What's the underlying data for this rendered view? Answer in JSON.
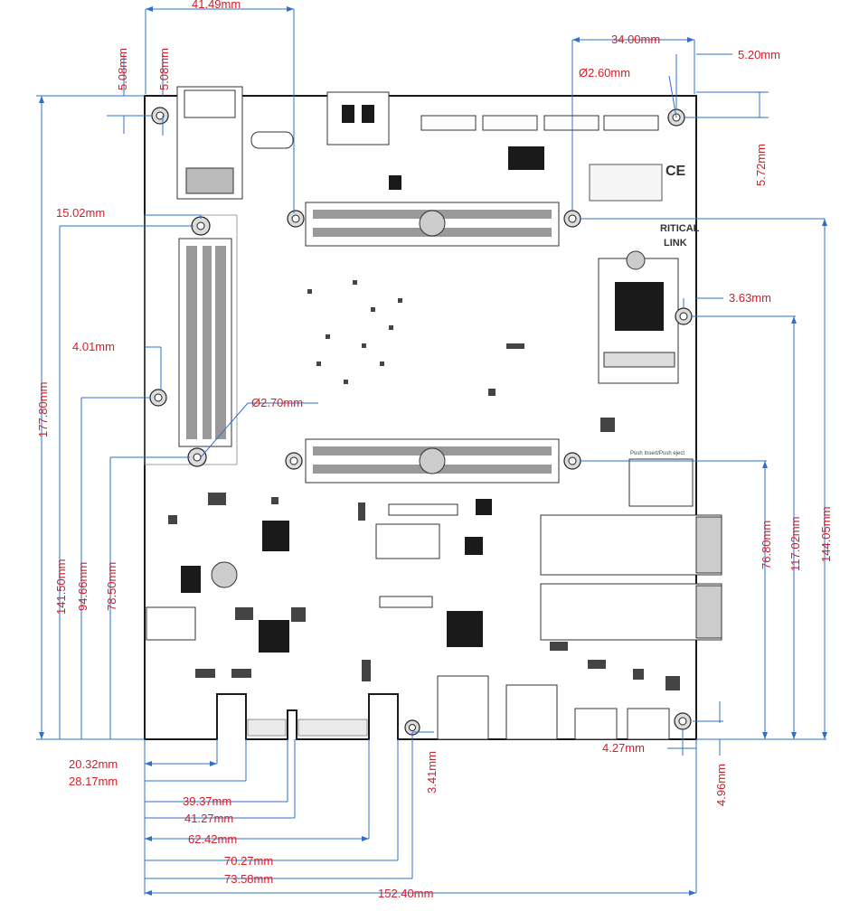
{
  "dimensions": {
    "d_41_49": "41.49mm",
    "d_5_08_a": "5.08mm",
    "d_5_08_b": "5.08mm",
    "d_34_00": "34.00mm",
    "d_5_20": "5.20mm",
    "d_dia_2_60": "Ø2.60mm",
    "d_5_72": "5.72mm",
    "d_15_02": "15.02mm",
    "d_3_63": "3.63mm",
    "d_4_01": "4.01mm",
    "d_dia_2_70": "Ø2.70mm",
    "d_177_80": "177.80mm",
    "d_141_50": "141.50mm",
    "d_94_66": "94.66mm",
    "d_78_50": "78.50mm",
    "d_76_80": "76.80mm",
    "d_117_02": "117.02mm",
    "d_144_05": "144.05mm",
    "d_4_27": "4.27mm",
    "d_4_96": "4.96mm",
    "d_3_41": "3.41mm",
    "d_20_32": "20.32mm",
    "d_28_17": "28.17mm",
    "d_39_37": "39.37mm",
    "d_41_27": "41.27mm",
    "d_62_42": "62.42mm",
    "d_70_27": "70.27mm",
    "d_73_58": "73.58mm",
    "d_152_40": "152.40mm"
  },
  "board": {
    "logo_line1": "RITICAL",
    "logo_line2": "LINK",
    "ce_mark": "CE",
    "push_label": "Push Insert/Push eject"
  },
  "colors": {
    "dimension_text": "#d0202a",
    "dimension_line": "#2f6fc9",
    "board_outline": "#1a1a1a"
  }
}
